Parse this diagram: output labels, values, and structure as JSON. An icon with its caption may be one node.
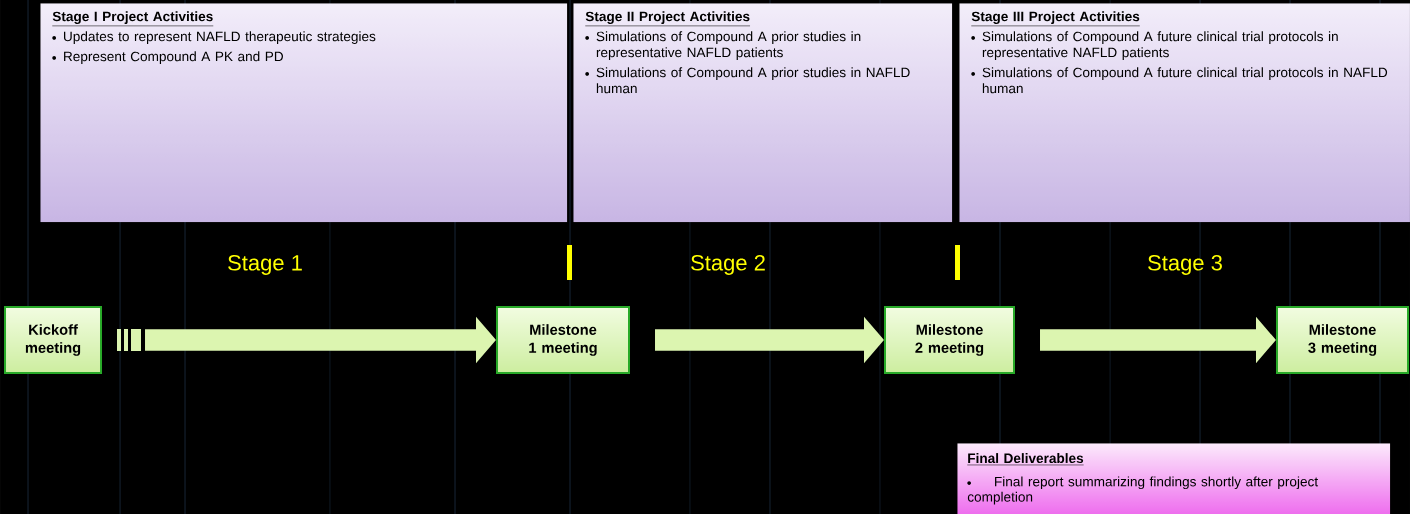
{
  "diagram": {
    "nodes": [
      {
        "text": [
          "Stage I Project Activities",
          "Updates to represent NAFLD therapeutic strategies",
          "Represent Compound A  PK and PD"
        ]
      },
      {
        "text": [
          "Stage II Project Activities",
          "Simulations of Compound A prior studies in representative NAFLD patients",
          "Simulations of Compound A prior studies in NAFLD human"
        ]
      },
      {
        "text": [
          "Stage III Project Activities",
          "Simulations of Compound A future clinical trial protocols in representative NAFLD patients",
          "Simulations of Compound A future clinical trial protocols in NAFLD human"
        ]
      },
      {
        "text": [
          "Kickoff meeting"
        ]
      },
      {
        "text": [
          "Milestone 1 meeting"
        ]
      },
      {
        "text": [
          "Milestone 2 meeting"
        ]
      },
      {
        "text": [
          "Milestone 3 meeting"
        ]
      },
      {
        "text": [
          "Final Deliverables",
          "Final report summarizing findings shortly after project completion"
        ]
      }
    ],
    "edges": [
      {
        "from": 3,
        "to": 4,
        "arrow": "to"
      },
      {
        "from": 4,
        "to": 5,
        "arrow": "to"
      },
      {
        "from": 5,
        "to": 6,
        "arrow": "to"
      }
    ],
    "labels": [
      "Stage 1",
      "Stage 2",
      "Stage 3"
    ]
  }
}
